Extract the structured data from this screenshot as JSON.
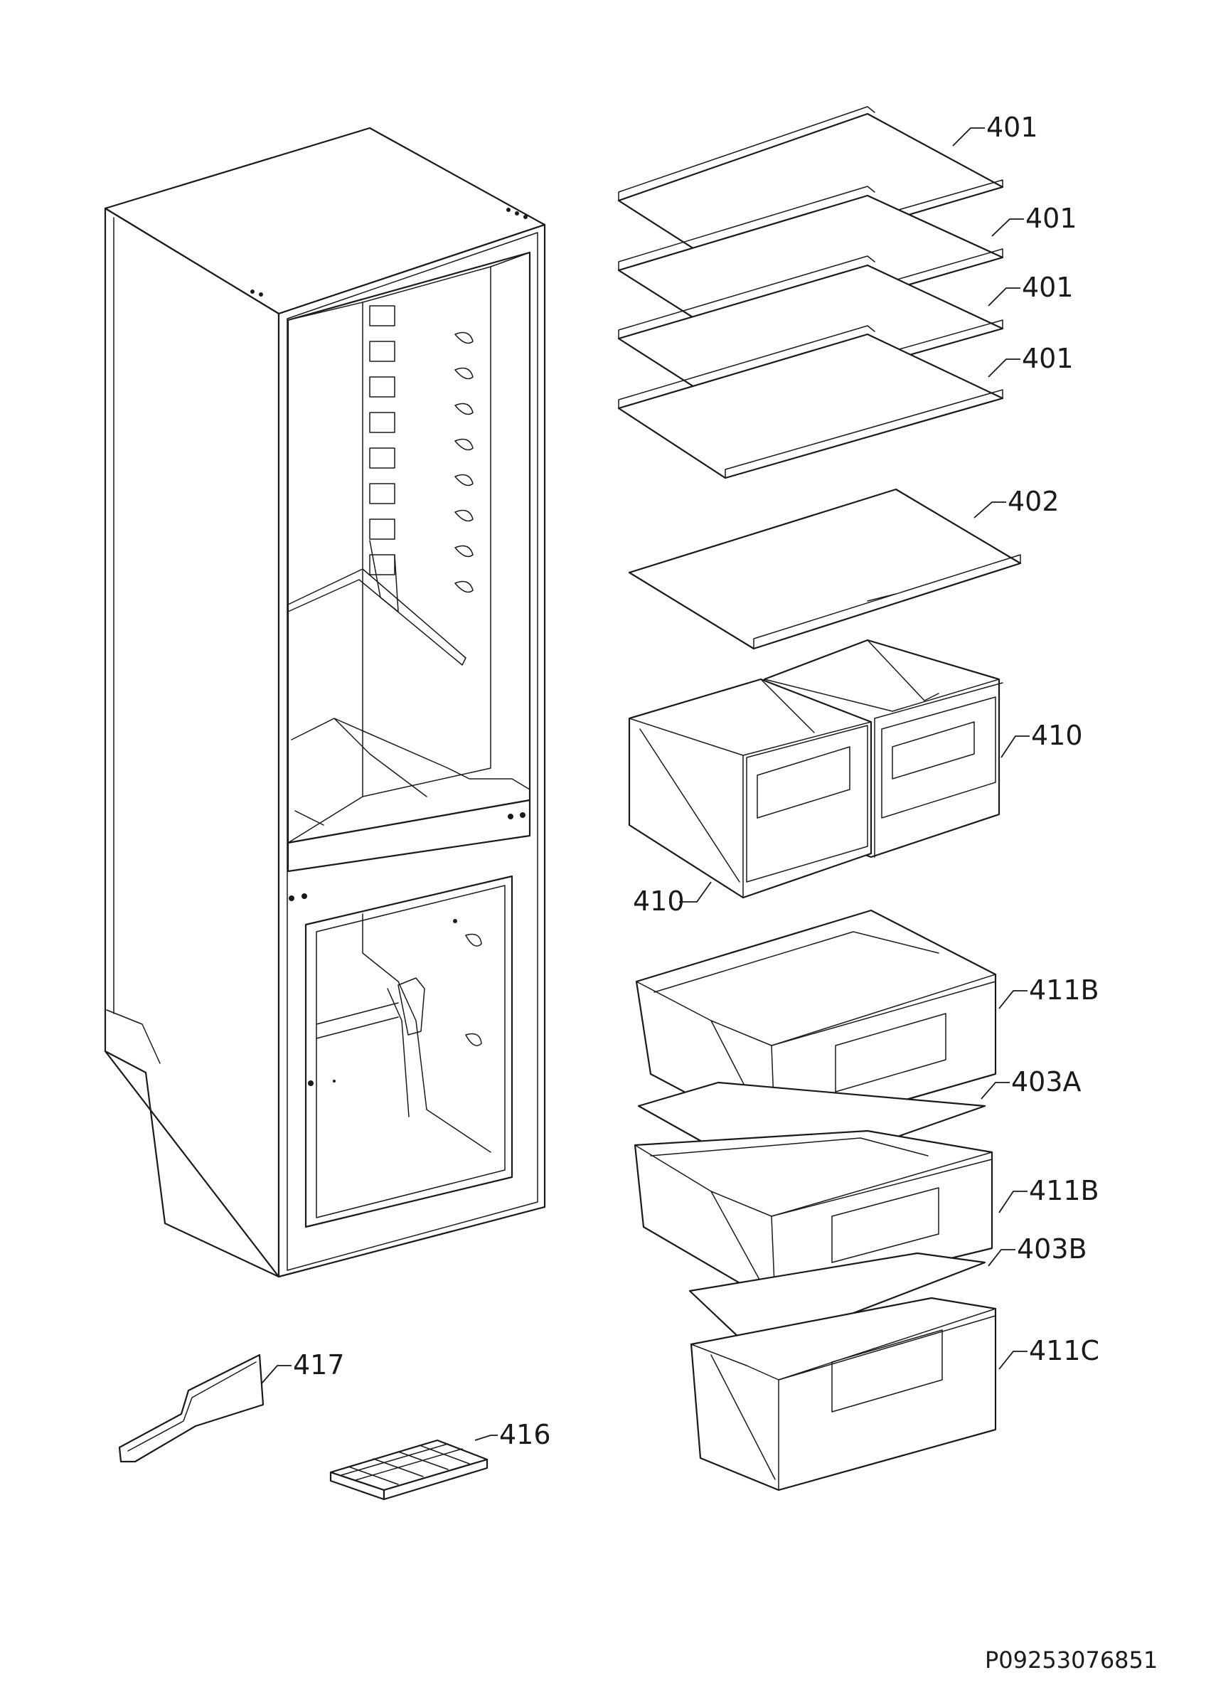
{
  "diagram": {
    "drawing_code": "P09253076851",
    "labels": {
      "shelf_1": "401",
      "shelf_2": "401",
      "shelf_3": "401",
      "shelf_4": "401",
      "shelf_5": "402",
      "drawer_right": "410",
      "drawer_left": "410",
      "crisper_top": "411B",
      "cover_a": "403A",
      "crisper_mid": "411B",
      "cover_b": "403B",
      "crisper_bottom": "411C",
      "scraper": "417",
      "ice_tray": "416"
    }
  }
}
